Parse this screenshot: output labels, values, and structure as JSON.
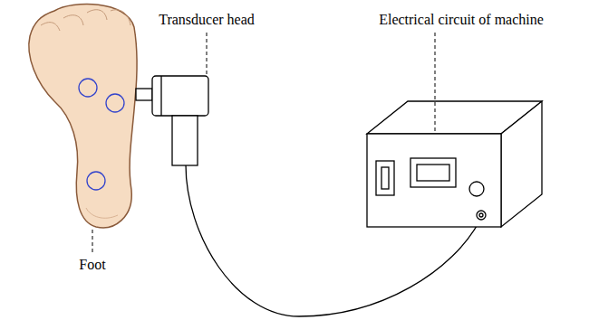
{
  "diagram": {
    "labels": [
      "Transducer head",
      "Electrical circuit of machine",
      "Foot"
    ]
  }
}
